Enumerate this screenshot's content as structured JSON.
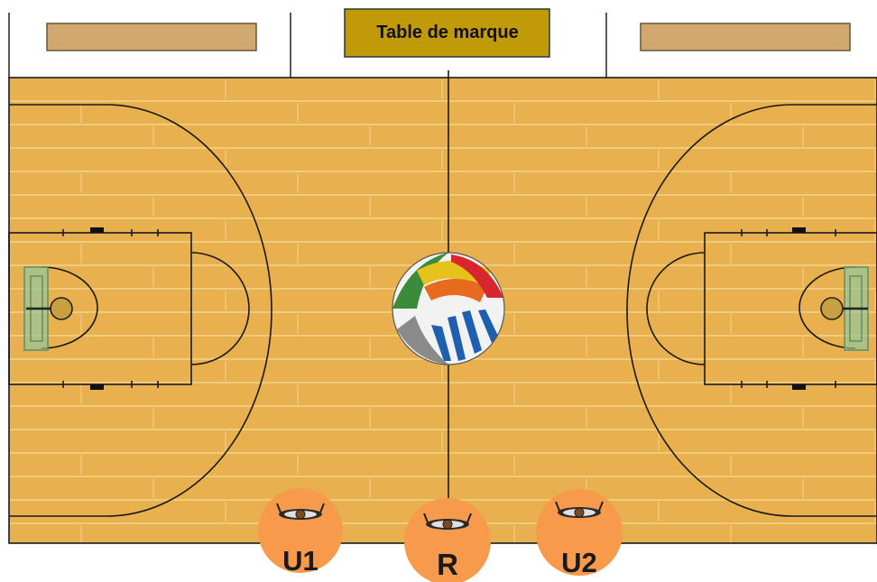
{
  "scorer_table": {
    "label": "Table de marque",
    "fill": "#c09a08",
    "text_color": "#111111"
  },
  "benches": {
    "fill": "#d0a870",
    "count": 2
  },
  "court": {
    "floor_color": "#e8b04e",
    "plank_line_color": "#f3d48a",
    "line_color": "#1a1a1a"
  },
  "ball": {
    "semantic": "fiba-ball-logo-icon"
  },
  "referees": [
    {
      "id": "U1",
      "label": "U1"
    },
    {
      "id": "R",
      "label": "R"
    },
    {
      "id": "U2",
      "label": "U2"
    }
  ],
  "referee_circle_color": "#f79a4c",
  "referee_label_color": "#1a1a1a"
}
